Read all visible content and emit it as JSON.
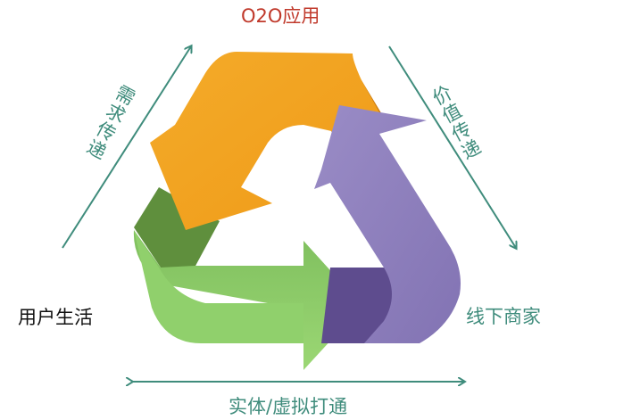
{
  "labels": {
    "top": "O2O应用",
    "left": "用户生活",
    "right": "线下商家",
    "bottom": "实体/虚拟打通",
    "left_side": "需求传递",
    "right_side": "价值传递"
  },
  "colors": {
    "orange": "#f2a11f",
    "orange_dark": "#c9780b",
    "purple": "#8f80bd",
    "purple_dark": "#5e4c8e",
    "green": "#8ccf6a",
    "green_dark": "#5d8d3c",
    "teal": "#3f8c7c",
    "red_text": "#c0392b"
  }
}
